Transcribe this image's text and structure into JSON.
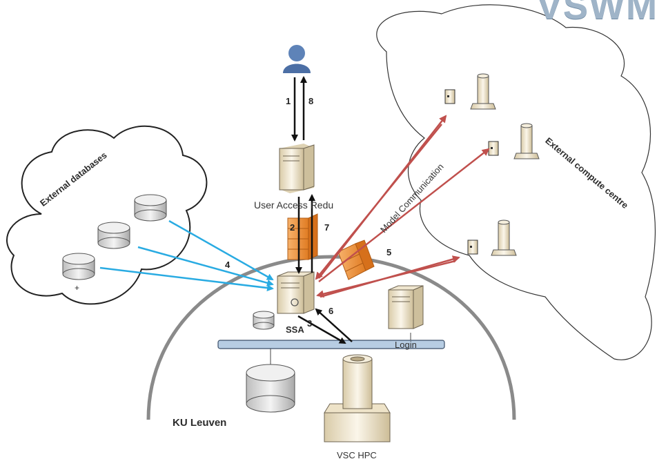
{
  "corner_text": "VSWM",
  "labels": {
    "external_databases": "External databases",
    "db_plus": "+",
    "external_compute_centre": "External compute centre",
    "model_communication": "Model Communication",
    "user_access": "User Access Redu",
    "ssa": "SSA",
    "login": "Login",
    "ku_leuven": "KU Leuven",
    "vsc_hpc": "VSC HPC"
  },
  "steps": {
    "s1": "1",
    "s8": "8",
    "s2": "2",
    "s7": "7",
    "s3": "3",
    "s6": "6",
    "s4": "4",
    "s5": "5"
  },
  "colors": {
    "blue_arrow": "#29abe2",
    "red_arrow": "#c0504d",
    "bus": "#b7cde3",
    "firewall": "#f2994a"
  }
}
